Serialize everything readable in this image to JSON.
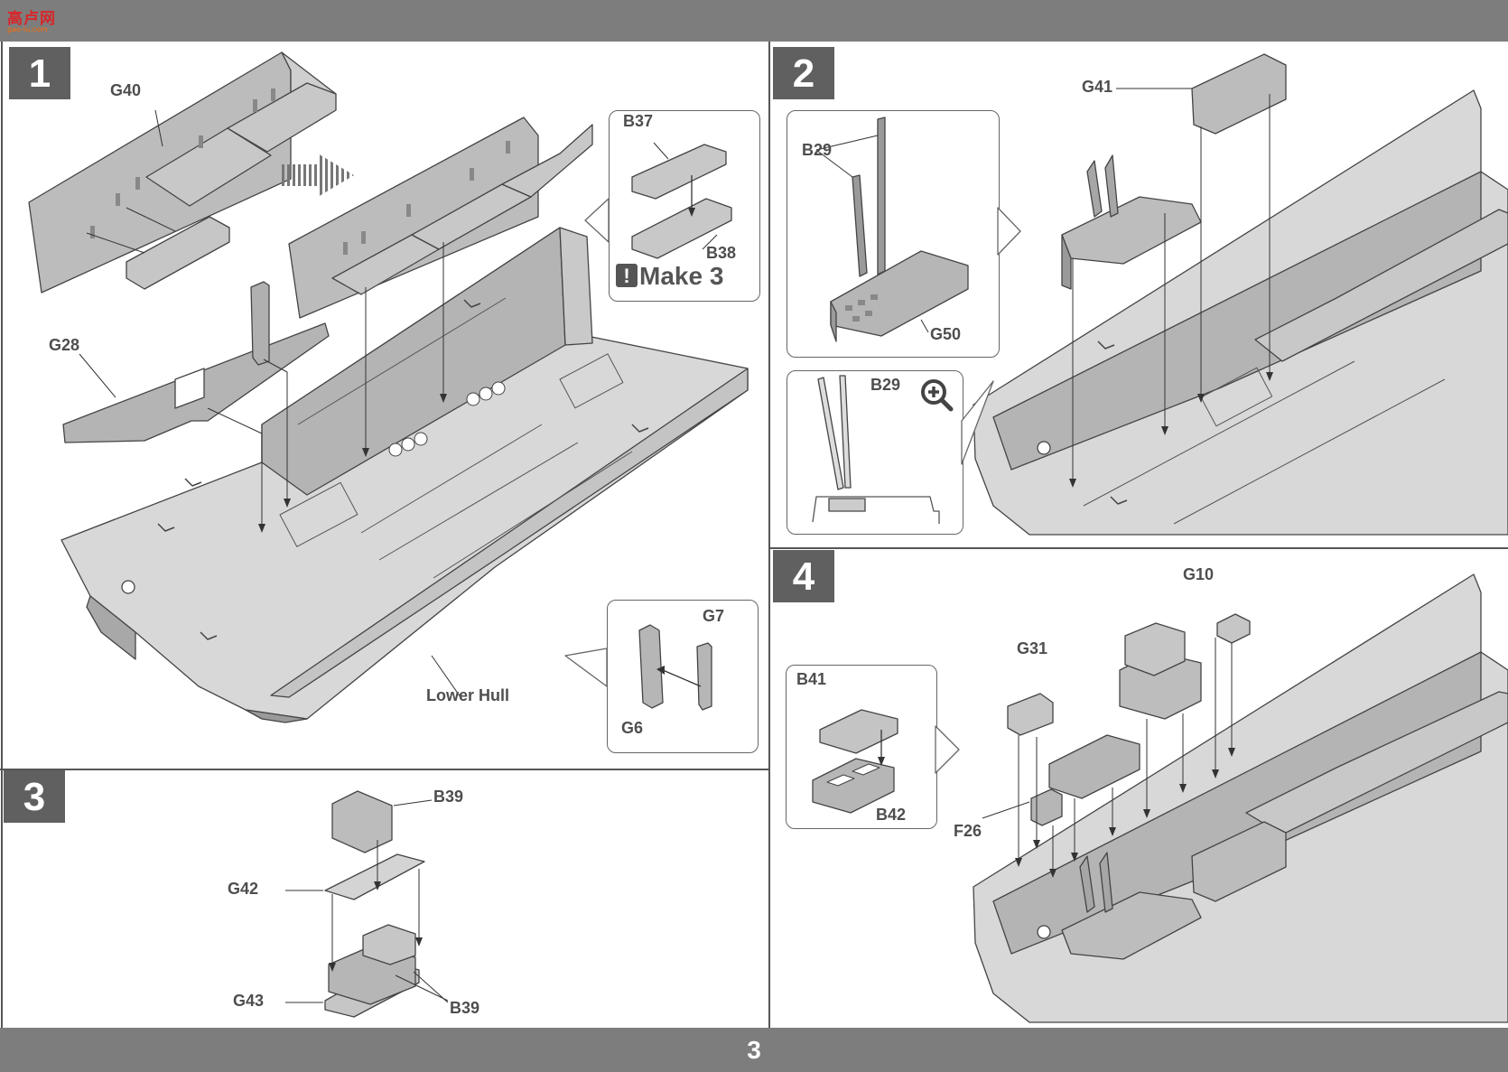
{
  "header": {
    "logo_text_cn": "高卢网",
    "logo_text_en": "gao-lu.com"
  },
  "footer": {
    "page_number": "3"
  },
  "steps": [
    {
      "number": "1",
      "labels": {
        "g40": "G40",
        "g28": "G28",
        "lower_hull": "Lower Hull",
        "b37": "B37",
        "b38": "B38",
        "g7": "G7",
        "g6": "G6"
      },
      "make_note": "Make 3",
      "make_icon": "!"
    },
    {
      "number": "2",
      "labels": {
        "b29": "B29",
        "g50": "G50",
        "b29_detail": "B29",
        "g41": "G41"
      }
    },
    {
      "number": "3",
      "labels": {
        "b39_top": "B39",
        "g42": "G42",
        "g43": "G43",
        "b39_bottom": "B39"
      }
    },
    {
      "number": "4",
      "labels": {
        "g10": "G10",
        "g31": "G31",
        "b41": "B41",
        "b42": "B42",
        "f26": "F26"
      }
    }
  ],
  "colors": {
    "band": "#7d7d7d",
    "badge": "#606060",
    "part_fill": "#b9b9b9",
    "part_light": "#d6d6d6",
    "line": "#444444"
  },
  "icons": {
    "arrow": "striped-arrow-icon",
    "zoom": "magnifier-plus-icon"
  }
}
